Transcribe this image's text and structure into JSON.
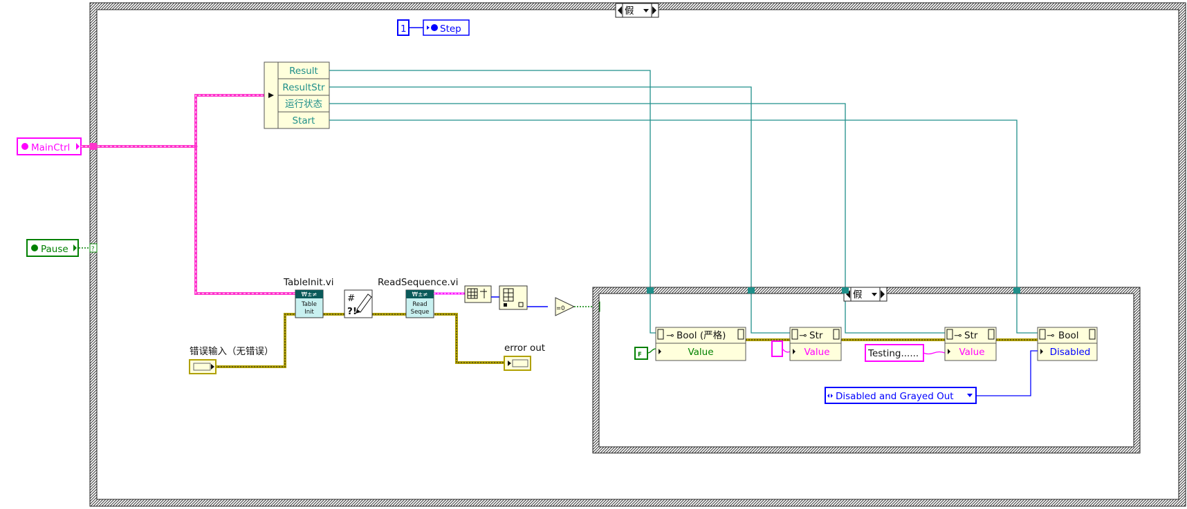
{
  "case_outer": {
    "selector": "假"
  },
  "case_inner": {
    "selector": "假"
  },
  "constants": {
    "step_value": "1",
    "false_const": "F",
    "testing_string": "Testing......",
    "enum_value": "Disabled and Grayed Out"
  },
  "locals": {
    "step": "Step",
    "mainctrl": "MainCtrl",
    "pause": "Pause"
  },
  "unbundle": {
    "items": [
      "Result",
      "ResultStr",
      "运行状态",
      "Start"
    ]
  },
  "subvis": {
    "tableinit_label": "TableInit.vi",
    "tableinit_icon_top": "₩±≠",
    "tableinit_icon_l1": "Table",
    "tableinit_icon_l2": "Init",
    "readseq_label": "ReadSequence.vi",
    "readseq_icon_top": "₩±≠",
    "readseq_icon_l1": "Read",
    "readseq_icon_l2": "Seque"
  },
  "clusters": {
    "error_in_label": "错误输入（无错误）",
    "error_out_label": "error out"
  },
  "compare": {
    "label": "=0"
  },
  "unknown_glyph": "?",
  "property_nodes": [
    {
      "class": "Bool (严格)",
      "property": "Value"
    },
    {
      "class": "Str",
      "property": "Value"
    },
    {
      "class": "Str",
      "property": "Value"
    },
    {
      "class": "Bool",
      "property": "Disabled"
    }
  ],
  "colors": {
    "cluster_wire": "#ff33cc",
    "bool_wire": "#008000",
    "string_wire": "#ff00ff",
    "int_wire": "#0000ff",
    "error_wire": "#b0a000",
    "teal_wire": "#1f8f8a",
    "node_fill": "#ffffdc"
  }
}
